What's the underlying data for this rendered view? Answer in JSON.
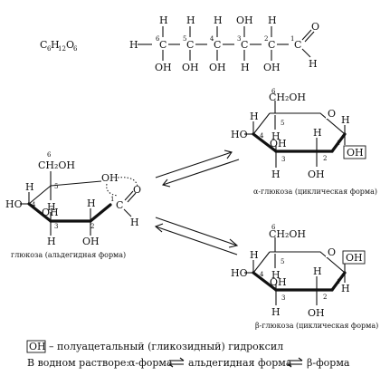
{
  "formula": {
    "C": "C",
    "sub6": "6",
    "H": "H",
    "sub12": "12",
    "O": "O"
  },
  "atoms": {
    "H": "H",
    "OH": "OH",
    "O": "O",
    "C": "C",
    "CH2OH": "CH₂OH"
  },
  "numbers": {
    "n1": "1",
    "n2": "2",
    "n3": "3",
    "n4": "4",
    "n5": "5",
    "n6": "6"
  },
  "captions": {
    "alpha": "α-глюкоза (циклическая форма)",
    "beta": "β-глюкоза (циклическая форма)",
    "open": "глюкоза (альдегидная форма)"
  },
  "legend": {
    "oh_box": "OH",
    "oh_text": "– полуацетальный (гликозидный) гидроксил",
    "prefix": "В водном растворе:",
    "alpha": "α-форма",
    "middle": "альдегидная форма",
    "beta": "β-форма"
  },
  "colors": {
    "ink": "#111111",
    "background": "#ffffff"
  }
}
